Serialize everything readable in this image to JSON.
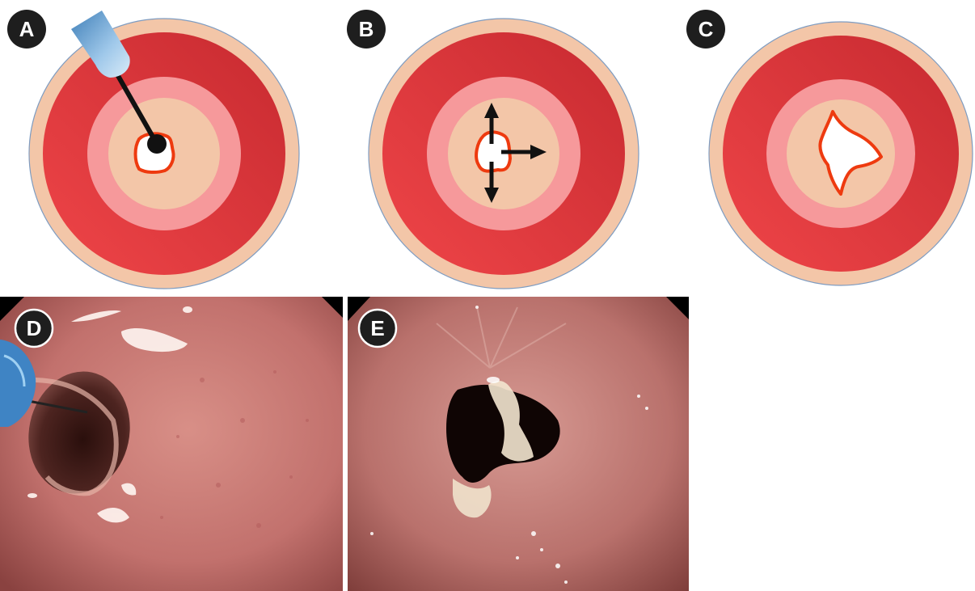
{
  "panels": [
    {
      "label": "A"
    },
    {
      "label": "B"
    },
    {
      "label": "C"
    },
    {
      "label": "D"
    },
    {
      "label": "E"
    }
  ],
  "colors": {
    "outer_ring": "#f3c6a8",
    "muscle_outer": "#cf2e33",
    "muscle_inner": "#ef4548",
    "mucosa": "#f6999b",
    "lumen_field": "#f3c6a8",
    "incision_outline": "#ee3a0f",
    "badge_fill": "#1e1e1e",
    "badge_text": "#ffffff",
    "knife_tip": "#9fc8ea"
  },
  "icons": [
    "needle-knife-icon",
    "arrow-up-icon",
    "arrow-down-icon",
    "arrow-right-icon"
  ]
}
